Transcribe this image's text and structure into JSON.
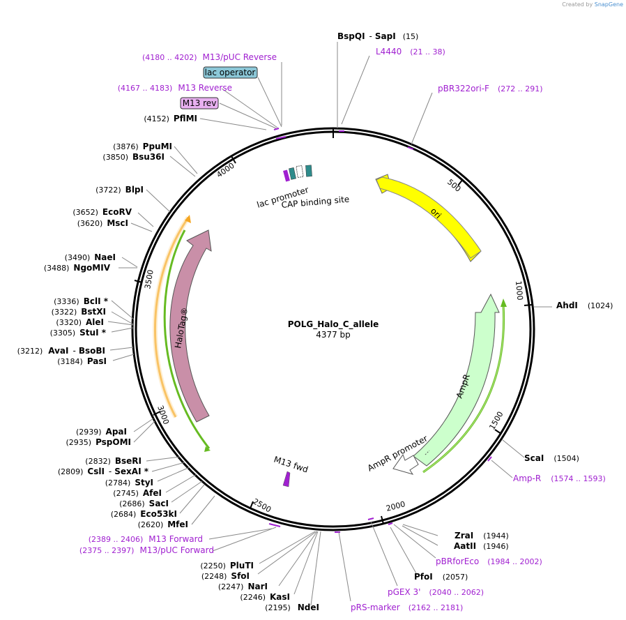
{
  "credit": {
    "prefix": "Created by",
    "brand": "SnapGene"
  },
  "plasmid": {
    "name": "POLG_Halo_C_allele",
    "length": "4377 bp",
    "total_bp": 4377
  },
  "ticks": [
    "500",
    "1000",
    "1500",
    "2000",
    "2500",
    "3000",
    "3500",
    "4000"
  ],
  "colors": {
    "primer": "#a020d0",
    "ori": "#ffff00",
    "ampr": "#ccffcc",
    "halotag": "#c98fa8",
    "orf_orange": "#f5a623",
    "orf_green": "#66bb22",
    "lac_operator": "#8cc8d8",
    "m13rev": "#e8b0f0"
  },
  "features": {
    "ori": "ori",
    "ampr": "AmpR",
    "ampr_promoter": "AmpR promoter",
    "halotag": "HaloTag®",
    "lac_promoter": "lac promoter",
    "cap_site": "CAP binding site",
    "m13_fwd": "M13 fwd"
  },
  "boxed_labels": {
    "lac_operator": "lac operator",
    "m13_rev": "M13 rev"
  },
  "enzymes": [
    {
      "name": "BspQI",
      "sep": "-",
      "name2": "SapI",
      "pos": "(15)"
    },
    {
      "name": "AhdI",
      "pos": "(1024)"
    },
    {
      "name": "ScaI",
      "pos": "(1504)"
    },
    {
      "name": "ZraI",
      "pos": "(1944)"
    },
    {
      "name": "AatII",
      "pos": "(1946)"
    },
    {
      "name": "PfoI",
      "pos": "(2057)"
    },
    {
      "name": "NdeI",
      "pos": "(2195)"
    },
    {
      "name": "KasI",
      "pos": "(2246)"
    },
    {
      "name": "NarI",
      "pos": "(2247)"
    },
    {
      "name": "SfoI",
      "pos": "(2248)"
    },
    {
      "name": "PluTI",
      "pos": "(2250)"
    },
    {
      "name": "MfeI",
      "pos": "(2620)"
    },
    {
      "name": "Eco53kI",
      "pos": "(2684)"
    },
    {
      "name": "SacI",
      "pos": "(2686)"
    },
    {
      "name": "AfeI",
      "pos": "(2745)"
    },
    {
      "name": "StyI",
      "pos": "(2784)"
    },
    {
      "name": "CslI",
      "sep": "-",
      "name2": "SexAI *",
      "pos": "(2809)"
    },
    {
      "name": "BseRI",
      "pos": "(2832)"
    },
    {
      "name": "PspOMI",
      "pos": "(2935)"
    },
    {
      "name": "ApaI",
      "pos": "(2939)"
    },
    {
      "name": "PasI",
      "pos": "(3184)"
    },
    {
      "name": "AvaI",
      "sep": "-",
      "name2": "BsoBI",
      "pos": "(3212)"
    },
    {
      "name": "StuI *",
      "pos": "(3305)"
    },
    {
      "name": "AleI",
      "pos": "(3320)"
    },
    {
      "name": "BstXI",
      "pos": "(3322)"
    },
    {
      "name": "BclI *",
      "pos": "(3336)"
    },
    {
      "name": "NgoMIV",
      "pos": "(3488)"
    },
    {
      "name": "NaeI",
      "pos": "(3490)"
    },
    {
      "name": "MscI",
      "pos": "(3620)"
    },
    {
      "name": "EcoRV",
      "pos": "(3652)"
    },
    {
      "name": "BlpI",
      "pos": "(3722)"
    },
    {
      "name": "Bsu36I",
      "pos": "(3850)"
    },
    {
      "name": "PpuMI",
      "pos": "(3876)"
    },
    {
      "name": "PflMI",
      "pos": "(4152)"
    }
  ],
  "primers": [
    {
      "name": "L4440",
      "range": "(21 .. 38)"
    },
    {
      "name": "pBR322ori-F",
      "range": "(272 .. 291)"
    },
    {
      "name": "Amp-R",
      "range": "(1574 .. 1593)"
    },
    {
      "name": "pBRforEco",
      "range": "(1984 .. 2002)"
    },
    {
      "name": "pGEX 3'",
      "range": "(2040 .. 2062)"
    },
    {
      "name": "pRS-marker",
      "range": "(2162 .. 2181)"
    },
    {
      "name": "M13 Forward",
      "range": "(2389 .. 2406)"
    },
    {
      "name": "M13/pUC Forward",
      "range": "(2375 .. 2397)"
    },
    {
      "name": "M13 Reverse",
      "range": "(4167 .. 4183)"
    },
    {
      "name": "M13/pUC Reverse",
      "range": "(4180 .. 4202)"
    }
  ]
}
